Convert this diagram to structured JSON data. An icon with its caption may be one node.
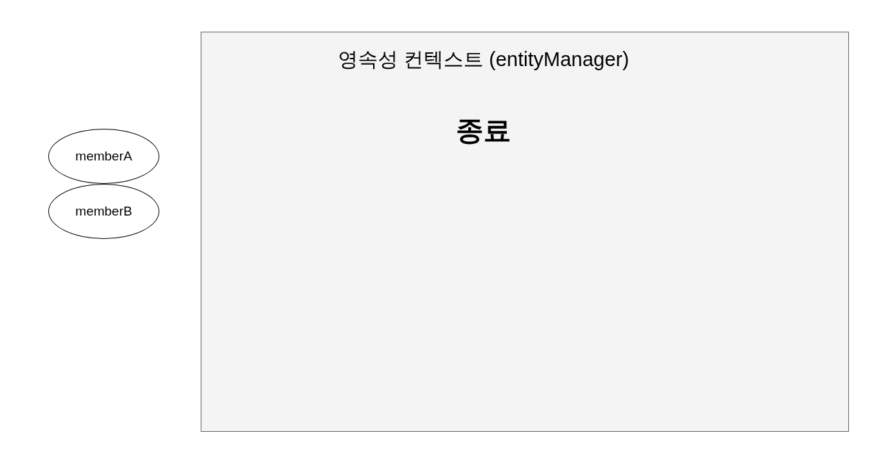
{
  "diagram": {
    "nodes": [
      {
        "text": [
          "영속성 컨텍스트 (entityManager)",
          "종료"
        ]
      },
      {
        "text": [
          "memberA"
        ]
      },
      {
        "text": [
          "memberB"
        ]
      }
    ]
  }
}
